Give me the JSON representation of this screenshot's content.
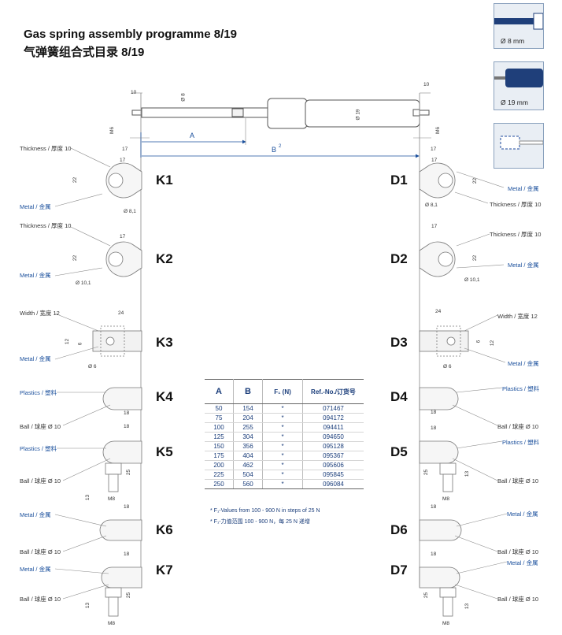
{
  "header": {
    "title": "Gas spring assembly programme 8/19",
    "subtitle": "气弹簧组合式目录 8/19"
  },
  "legend": [
    {
      "label": "Ø 8 mm"
    },
    {
      "label": "Ø 19 mm"
    }
  ],
  "spring_dims": {
    "d10_left": "10",
    "d8": "Ø 8",
    "d19": "Ø 19",
    "d10_right": "10",
    "m6_left": "M6",
    "m6_right": "M6",
    "a": "A",
    "b": "B",
    "b_sup": "2",
    "w17_left": "17",
    "w17_right": "17"
  },
  "left_parts": [
    {
      "code": "K1",
      "labels": [
        "Thickness / 厚度 10",
        "Metal / 金属"
      ],
      "dims": [
        "17",
        "22",
        "Ø 8,1"
      ]
    },
    {
      "code": "K2",
      "labels": [
        "Thickness / 厚度 10",
        "Metal / 金属"
      ],
      "dims": [
        "17",
        "22",
        "Ø 10,1"
      ]
    },
    {
      "code": "K3",
      "labels": [
        "Width / 宽度 12",
        "Metal / 金属"
      ],
      "dims": [
        "24",
        "12",
        "6",
        "Ø 6"
      ]
    },
    {
      "code": "K4",
      "labels": [
        "Plastics / 塑料",
        "Ball / 球座 Ø 10"
      ],
      "dims": [
        "18"
      ]
    },
    {
      "code": "K5",
      "labels": [
        "Plastics / 塑料",
        "Ball / 球座 Ø 10"
      ],
      "dims": [
        "18",
        "25",
        "13",
        "M8"
      ]
    },
    {
      "code": "K6",
      "labels": [
        "Metal / 金属",
        "Ball / 球座 Ø 10"
      ],
      "dims": [
        "18"
      ]
    },
    {
      "code": "K7",
      "labels": [
        "Metal / 金属",
        "Ball / 球座 Ø 10"
      ],
      "dims": [
        "18",
        "25",
        "13",
        "M8"
      ]
    }
  ],
  "right_parts": [
    {
      "code": "D1",
      "labels": [
        "Metal / 金属",
        "Thickness / 厚度 10"
      ],
      "dims": [
        "17",
        "22",
        "Ø 8,1"
      ]
    },
    {
      "code": "D2",
      "labels": [
        "Thickness / 厚度 10",
        "Metal / 金属"
      ],
      "dims": [
        "17",
        "22",
        "Ø 10,1"
      ]
    },
    {
      "code": "D3",
      "labels": [
        "Width / 宽度 12",
        "Metal / 金属"
      ],
      "dims": [
        "24",
        "12",
        "6",
        "Ø 6"
      ]
    },
    {
      "code": "D4",
      "labels": [
        "Plastics / 塑料",
        "Ball / 球座 Ø 10"
      ],
      "dims": [
        "18"
      ]
    },
    {
      "code": "D5",
      "labels": [
        "Plastics / 塑料",
        "Ball / 球座 Ø 10"
      ],
      "dims": [
        "18",
        "25",
        "13",
        "M8"
      ]
    },
    {
      "code": "D6",
      "labels": [
        "Metal / 金属",
        "Ball / 球座 Ø 10"
      ],
      "dims": [
        "18"
      ]
    },
    {
      "code": "D7",
      "labels": [
        "Metal / 金属",
        "Ball / 球座 Ø 10"
      ],
      "dims": [
        "18",
        "25",
        "13",
        "M8"
      ]
    }
  ],
  "table": {
    "headers": [
      "A",
      "B",
      "F₁ (N)",
      "Ref.-No./订货号"
    ],
    "rows": [
      [
        "50",
        "154",
        "*",
        "071467"
      ],
      [
        "75",
        "204",
        "*",
        "094172"
      ],
      [
        "100",
        "255",
        "*",
        "094411"
      ],
      [
        "125",
        "304",
        "*",
        "094650"
      ],
      [
        "150",
        "356",
        "*",
        "095128"
      ],
      [
        "175",
        "404",
        "*",
        "095367"
      ],
      [
        "200",
        "462",
        "*",
        "095606"
      ],
      [
        "225",
        "504",
        "*",
        "095845"
      ],
      [
        "250",
        "560",
        "*",
        "096084"
      ]
    ]
  },
  "notes": [
    "* F₁-Values from 100 - 900 N in steps of 25 N",
    "* F₁-力值范围 100 - 900 N，每 25 N 递增"
  ]
}
